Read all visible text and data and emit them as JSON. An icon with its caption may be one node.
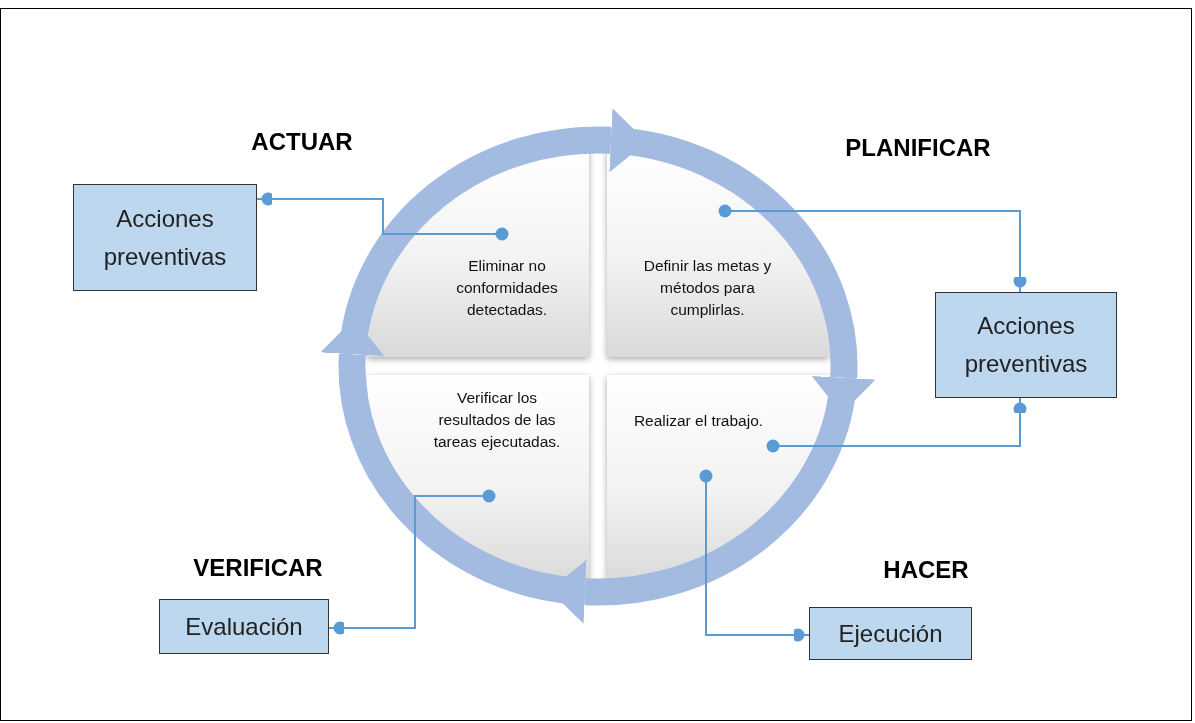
{
  "diagram": {
    "nodes": [
      {
        "text": [
          "Eliminar no conformidades detectadas."
        ]
      },
      {
        "text": [
          "Definir las metas y métodos para cumplirlas."
        ]
      },
      {
        "text": [
          "Realizar el trabajo."
        ]
      },
      {
        "text": [
          "Verificar los resultados de las tareas ejecutadas."
        ]
      },
      {
        "text": [
          "Acciones preventivas"
        ]
      },
      {
        "text": [
          "Acciones preventivas"
        ]
      },
      {
        "text": [
          "Ejecución"
        ]
      },
      {
        "text": [
          "Evaluación"
        ]
      }
    ],
    "edges": [
      {
        "from": 0,
        "to": 1,
        "arrow": "to",
        "style": "thick"
      },
      {
        "from": 1,
        "to": 2,
        "arrow": "to",
        "style": "thick"
      },
      {
        "from": 2,
        "to": 3,
        "arrow": "to",
        "style": "thick"
      },
      {
        "from": 3,
        "to": 0,
        "arrow": "to",
        "style": "thick"
      },
      {
        "from": 4,
        "to": 0,
        "arrow": "other"
      },
      {
        "from": 5,
        "to": 1,
        "arrow": "other"
      },
      {
        "from": 5,
        "to": 2,
        "arrow": "other"
      },
      {
        "from": 6,
        "to": 2,
        "arrow": "other"
      },
      {
        "from": 7,
        "to": 3,
        "arrow": "other"
      }
    ],
    "labels": [
      "ACTUAR",
      "PLANIFICAR",
      "VERIFICAR",
      "HACER"
    ]
  }
}
